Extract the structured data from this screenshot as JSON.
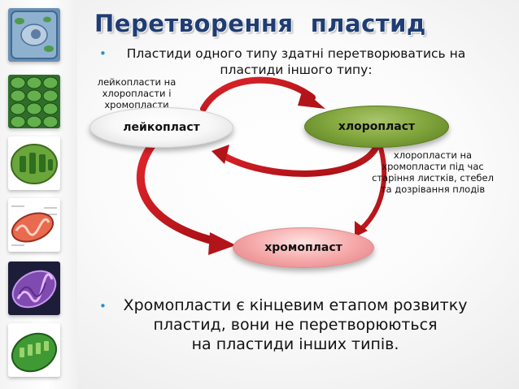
{
  "title": "Перетворення  пластид",
  "intro": {
    "line1": "Пластиди одного типу здатні перетворюватись на",
    "line2": "пластиди іншого типу:"
  },
  "notes": {
    "leuco_to_chloro": [
      "лейкопласти на",
      "хлоропласти  і",
      "хромопласти"
    ],
    "chloro_to_chromo": [
      "хлоропласти на",
      "хромопласти під час",
      "старіння листків, стебел",
      "та дозрівання плодів"
    ]
  },
  "nodes": {
    "leucoplast": "лейкопласт",
    "chloroplast": "хлоропласт",
    "chromoplast": "хромопласт"
  },
  "conclusion": {
    "line1": "Хромопласти є кінцевим етапом розвитку",
    "line2": "пластид, вони не перетворюються",
    "line3": "на пластиди інших типів."
  },
  "colors": {
    "title": "#1f3d73",
    "bullet": "#2b8fc5",
    "arrow": "#c0161c",
    "chloroplast": "#85a840",
    "chromoplast": "#f6aaab"
  }
}
